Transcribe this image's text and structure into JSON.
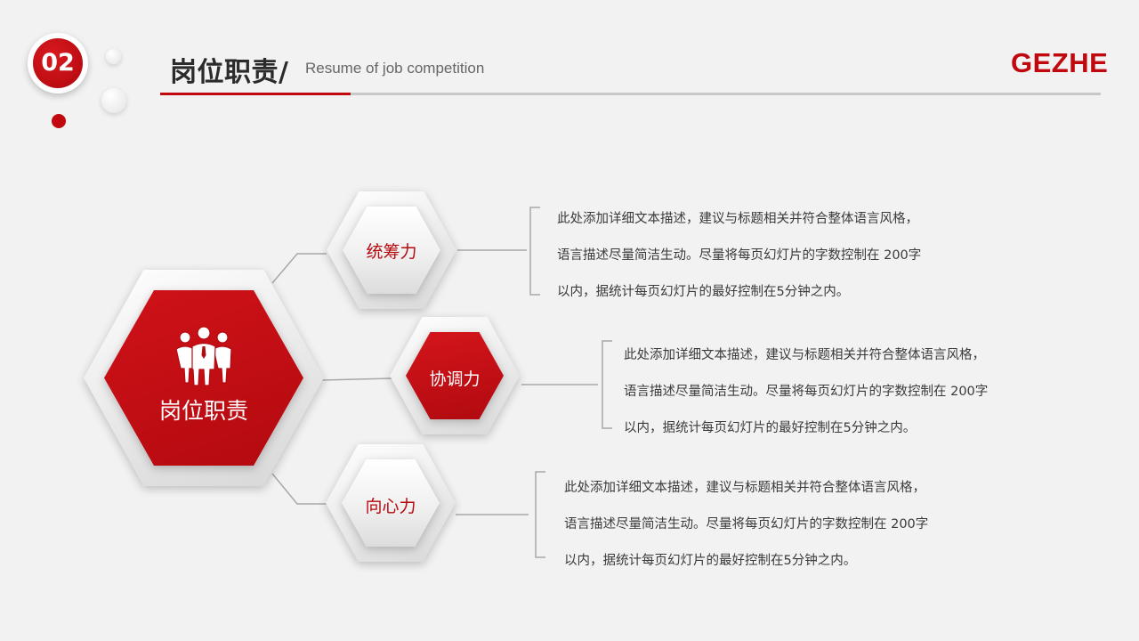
{
  "header": {
    "section_number": "02",
    "title": "岗位职责/",
    "subtitle": "Resume of job competition",
    "brand": "GEZHE"
  },
  "center": {
    "label": "岗位职责",
    "icon": "people-group-icon"
  },
  "nodes": [
    {
      "label": "统筹力",
      "lines": [
        "此处添加详细文本描述，建议与标题相关并符合整体语言风格，",
        "语言描述尽量简洁生动。尽量将每页幻灯片的字数控制在  200字",
        "以内，据统计每页幻灯片的最好控制在5分钟之内。"
      ]
    },
    {
      "label": "协调力",
      "lines": [
        "此处添加详细文本描述，建议与标题相关并符合整体语言风格，",
        "语言描述尽量简洁生动。尽量将每页幻灯片的字数控制在  200字",
        "以内，据统计每页幻灯片的最好控制在5分钟之内。"
      ]
    },
    {
      "label": "向心力",
      "lines": [
        "此处添加详细文本描述，建议与标题相关并符合整体语言风格，",
        "语言描述尽量简洁生动。尽量将每页幻灯片的字数控制在  200字",
        "以内，据统计每页幻灯片的最好控制在5分钟之内。"
      ]
    }
  ],
  "colors": {
    "accent": "#c0080e",
    "background": "#f2f2f2",
    "line": "#a8a8a8"
  }
}
